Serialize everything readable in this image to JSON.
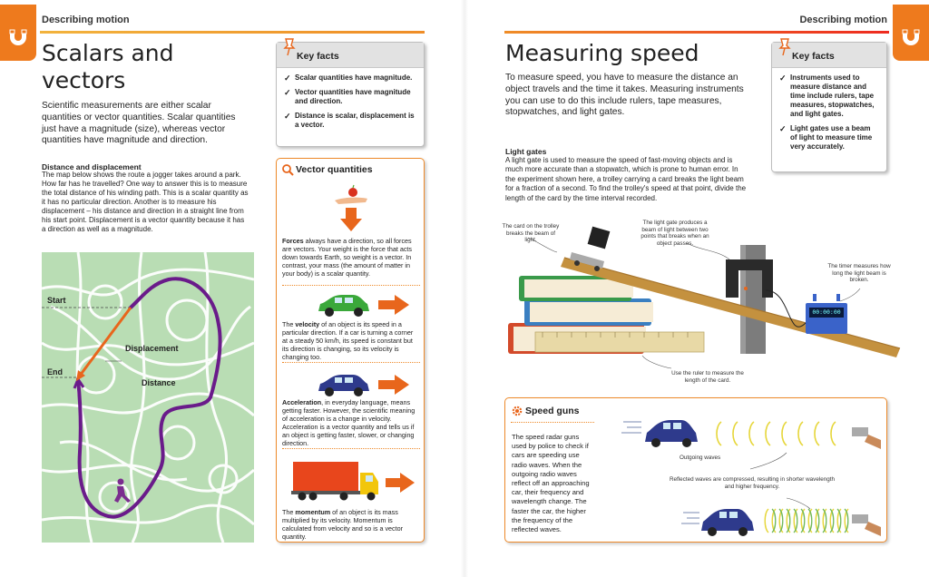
{
  "left": {
    "section_label": "Describing motion",
    "title": [
      "Scalars and",
      "vectors"
    ],
    "intro": "Scientific measurements are either scalar quantities or vector quantities. Scalar quantities just have a magnitude (size), whereas vector quantities have magnitude and direction.",
    "distance_heading": "Distance and displacement",
    "distance_text": "The map below shows the route a jogger takes around a park. How far has he travelled? One way to answer this is to measure the total distance of his winding path. This is a scalar quantity as it has no particular direction. Another is to measure his displacement – his distance and direction in a straight line from his start point. Displacement is a vector quantity because it has a direction as well as a magnitude.",
    "map": {
      "start": "Start",
      "end": "End",
      "displacement": "Displacement",
      "distance": "Distance"
    },
    "key_facts": {
      "title": "Key facts",
      "items": [
        "Scalar quantities have magnitude.",
        "Vector quantities have magnitude and direction.",
        "Distance is scalar, displacement is a vector."
      ]
    },
    "vector_box": {
      "title": "Vector quantities",
      "forces_term": "Forces",
      "forces_text": " always have a direction, so all forces are vectors. Your weight is the force that acts down towards Earth, so weight is a vector. In contrast, your mass (the amount of matter in your body) is a scalar quantity.",
      "velocity_pre": "The ",
      "velocity_term": "velocity",
      "velocity_text": " of an object is its speed in a particular direction. If a car is turning a corner at a steady 50 km/h, its speed is constant but its direction is changing, so its velocity is changing too.",
      "accel_term": "Acceleration",
      "accel_text": ", in everyday language, means getting faster. However, the scientific meaning of acceleration is a change in velocity. Acceleration is a vector quantity and tells us if an object is getting faster, slower, or changing direction.",
      "momentum_pre": "The ",
      "momentum_term": "momentum",
      "momentum_text": " of an object is its mass multiplied by its velocity. Momentum is calculated from velocity and so is a vector quantity."
    }
  },
  "right": {
    "section_label": "Describing motion",
    "title": "Measuring speed",
    "intro": "To measure speed, you have to measure the distance an object travels and the time it takes. Measuring instruments you can use to do this include rulers, tape measures, stopwatches, and light gates.",
    "lightgate_heading": "Light gates",
    "lightgate_text": "A light gate is used to measure the speed of fast-moving objects and is much more accurate than a stopwatch, which is prone to human error. In the experiment shown here, a trolley carrying a card breaks the light beam for a fraction of a second. To find the trolley's speed at that point, divide the length of the card by the time interval recorded.",
    "key_facts": {
      "title": "Key facts",
      "items": [
        "Instruments used to measure distance and time include rulers, tape measures, stopwatches, and light gates.",
        "Light gates use a beam of light to measure time very accurately."
      ]
    },
    "diagram": {
      "label_card": "The card on the trolley breaks the beam of light.",
      "label_gate": "The light gate produces a beam of light between two points that breaks when an object passes.",
      "label_timer": "The timer measures how long the light beam is broken.",
      "label_ruler": "Use the ruler to measure the length of the card.",
      "timer_display": "00:00:00"
    },
    "speed_guns": {
      "title": "Speed guns",
      "text": "The speed radar guns used by police to check if cars are speeding use radio waves. When the outgoing radio waves reflect off an approaching car, their frequency and wavelength change. The faster the car, the higher the frequency of the reflected waves.",
      "outgoing": "Outgoing waves",
      "reflected": "Reflected waves are compressed, resulting in shorter wavelength and higher frequency."
    }
  },
  "colors": {
    "accent": "#ee7a1d",
    "route": "#6a1b8a",
    "arrow": "#e8661c",
    "map_green": "#b8dcb2"
  }
}
